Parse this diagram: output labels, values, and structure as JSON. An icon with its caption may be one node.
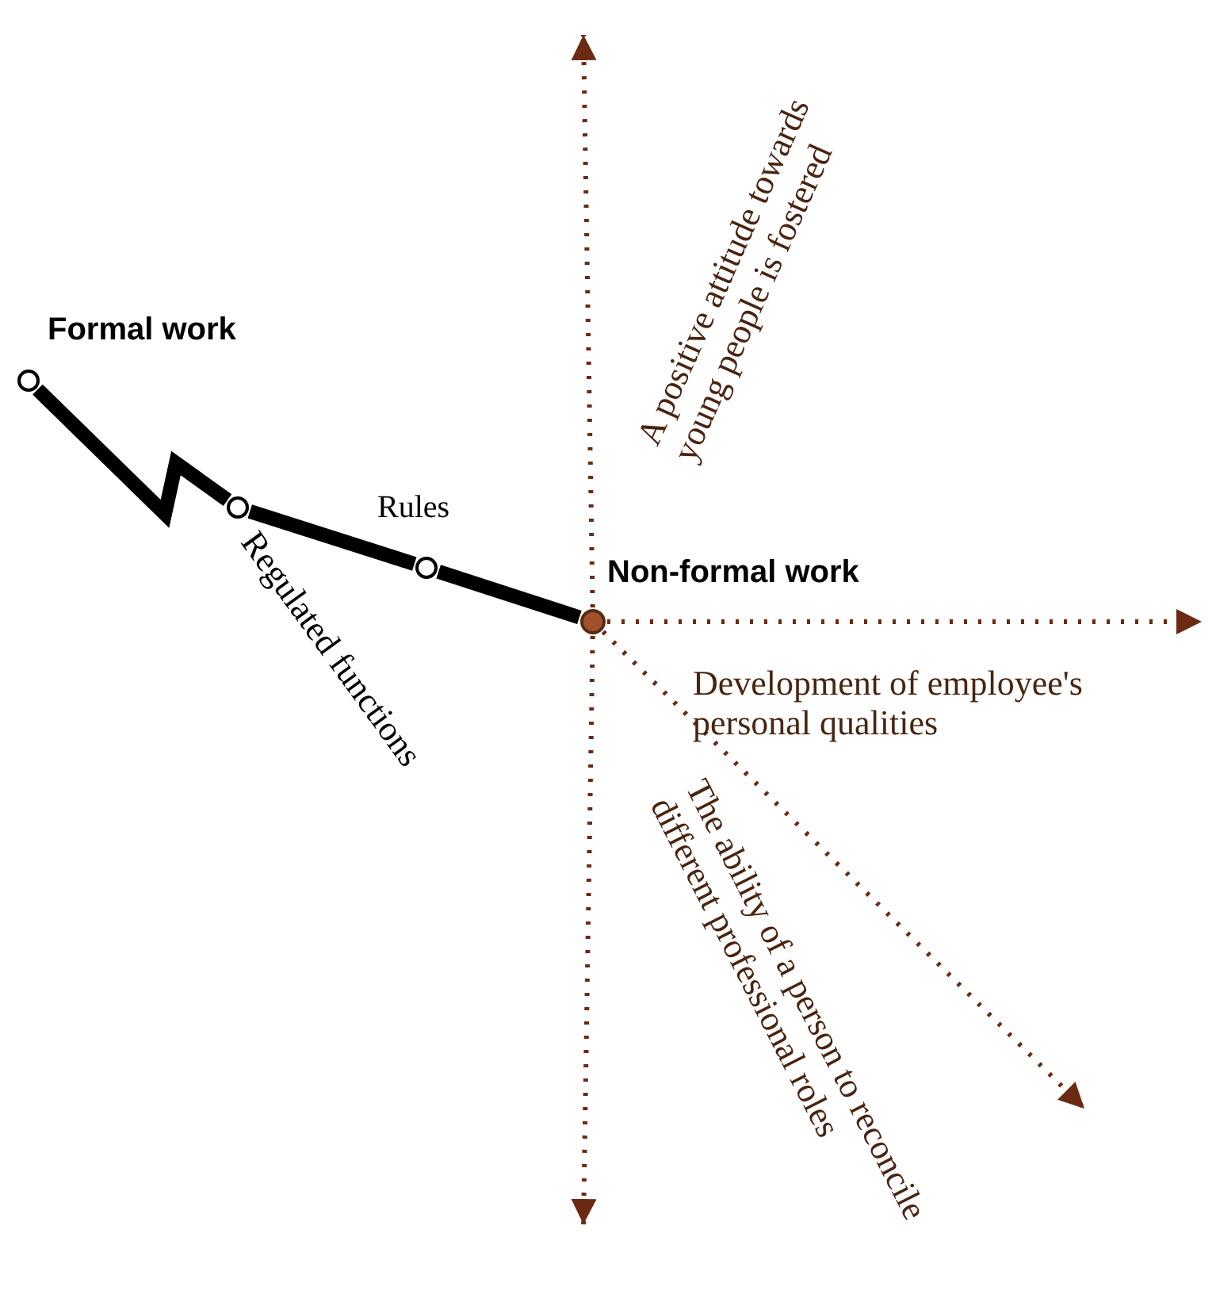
{
  "diagram": {
    "nodes": [
      {
        "text": [],
        "shape": "circle",
        "beside": [
          "Formal work"
        ]
      },
      {
        "text": [],
        "shape": "circle"
      },
      {
        "text": [],
        "shape": "circle"
      },
      {
        "text": [],
        "shape": "circle",
        "beside": [
          "Non-formal work"
        ]
      }
    ],
    "edges": [
      {
        "from": 0,
        "to": 1,
        "arrow": "none",
        "style": "thick",
        "color": "#000000"
      },
      {
        "from": 1,
        "to": 2,
        "arrow": "none",
        "style": "thick",
        "color": "#000000"
      },
      {
        "from": 2,
        "to": 3,
        "arrow": "none",
        "style": "thick",
        "color": "#000000"
      },
      {
        "from": 3,
        "to": null,
        "arrow": "to",
        "style": "dashed",
        "color": "#6b2a12"
      },
      {
        "from": 3,
        "to": null,
        "arrow": "to",
        "style": "dashed",
        "color": "#6b2a12"
      },
      {
        "from": 3,
        "to": null,
        "arrow": "to",
        "style": "dashed",
        "color": "#6b2a12"
      },
      {
        "from": 3,
        "to": null,
        "arrow": "to",
        "style": "dashed",
        "color": "#6b2a12"
      }
    ],
    "labels": [
      "Rules",
      "Regulated functions",
      "A positive attitude towards young people is fostered",
      "Development of employee's personal qualities",
      "The ability of a person to reconcile different professional roles"
    ]
  }
}
